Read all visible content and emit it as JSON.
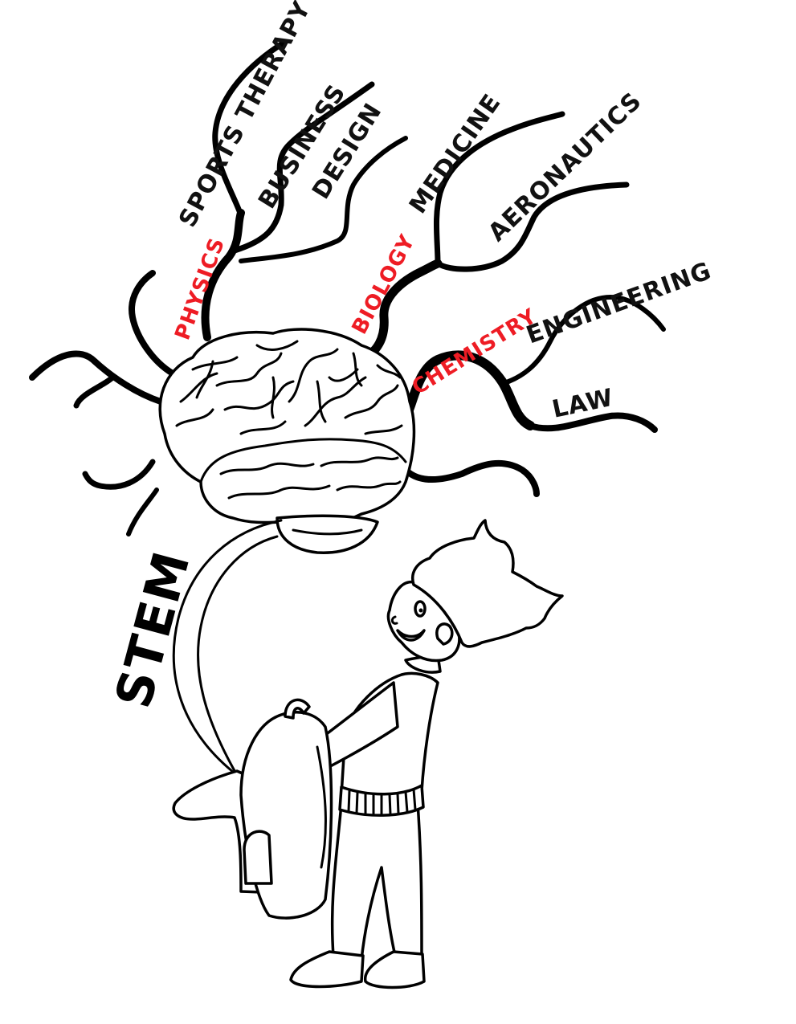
{
  "illustration": {
    "caption": "STEM",
    "colors": {
      "ink": "#000000",
      "science_label": "#ee1c24",
      "career_label": "#111111",
      "background": "#ffffff"
    },
    "sciences": [
      {
        "id": "physics",
        "label": "PHYSICS"
      },
      {
        "id": "biology",
        "label": "BIOLOGY"
      },
      {
        "id": "chemistry",
        "label": "CHEMISTRY"
      }
    ],
    "careers": [
      {
        "id": "sports-therapy",
        "label": "SPORTS THERAPY",
        "branch_of": "physics"
      },
      {
        "id": "business",
        "label": "BUSINESS",
        "branch_of": "physics"
      },
      {
        "id": "design",
        "label": "DESIGN",
        "branch_of": "physics"
      },
      {
        "id": "medicine",
        "label": "MEDICINE",
        "branch_of": "biology"
      },
      {
        "id": "aeronautics",
        "label": "AERONAUTICS",
        "branch_of": "biology"
      },
      {
        "id": "engineering",
        "label": "ENGINEERING",
        "branch_of": "chemistry"
      },
      {
        "id": "law",
        "label": "LAW",
        "branch_of": "chemistry"
      }
    ],
    "figures": {
      "brain": "brain",
      "boy": "boy holding open backpack",
      "stream": "curved stream from brain into backpack"
    }
  }
}
